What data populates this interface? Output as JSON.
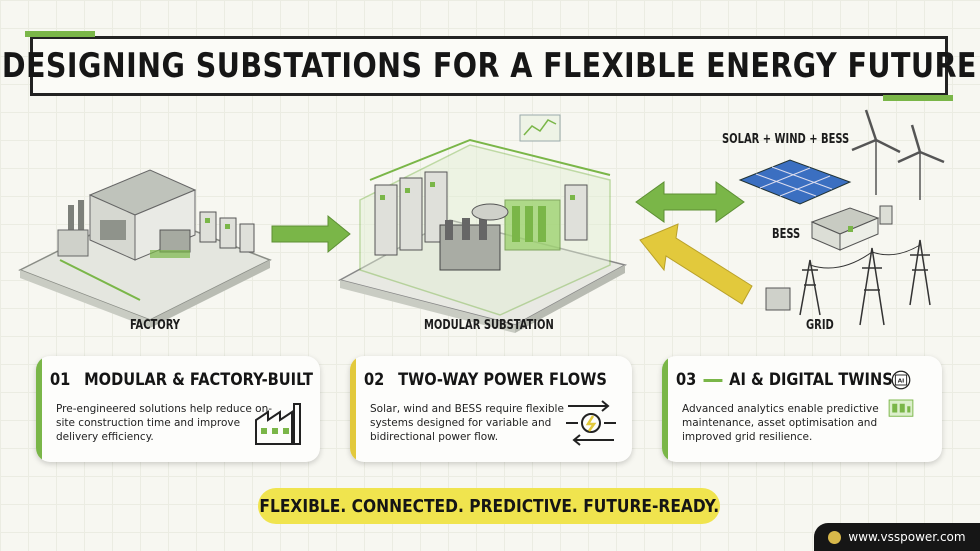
{
  "title": "DESIGNING SUBSTATIONS FOR A FLEXIBLE ENERGY FUTURE",
  "labels": {
    "factory": "FACTORY",
    "modular": "MODULAR SUBSTATION",
    "solar": "SOLAR + WIND + BESS",
    "bess": "BESS",
    "grid": "GRID"
  },
  "cards": [
    {
      "num": "01",
      "head": "MODULAR & FACTORY-BUILT",
      "text": "Pre-engineered solutions help reduce on-site construction time and improve delivery efficiency.",
      "color": "#7ab648"
    },
    {
      "num": "02",
      "head": "TWO-WAY POWER FLOWS",
      "text": "Solar, wind and BESS require flexible systems designed for variable and bidirectional power flow.",
      "color": "#e2c93c"
    },
    {
      "num": "03",
      "head": "AI & DIGITAL TWINS",
      "text": "Advanced analytics enable predictive maintenance, asset optimisation and improved grid resilience.",
      "color": "#7ab648"
    }
  ],
  "ai_chip": "AI",
  "tagline": "FLEXIBLE. CONNECTED. PREDICTIVE. FUTURE-READY.",
  "url": "www.vsspower.com",
  "colors": {
    "green": "#7ab648",
    "yellow": "#e2c93c",
    "dark": "#161616"
  }
}
